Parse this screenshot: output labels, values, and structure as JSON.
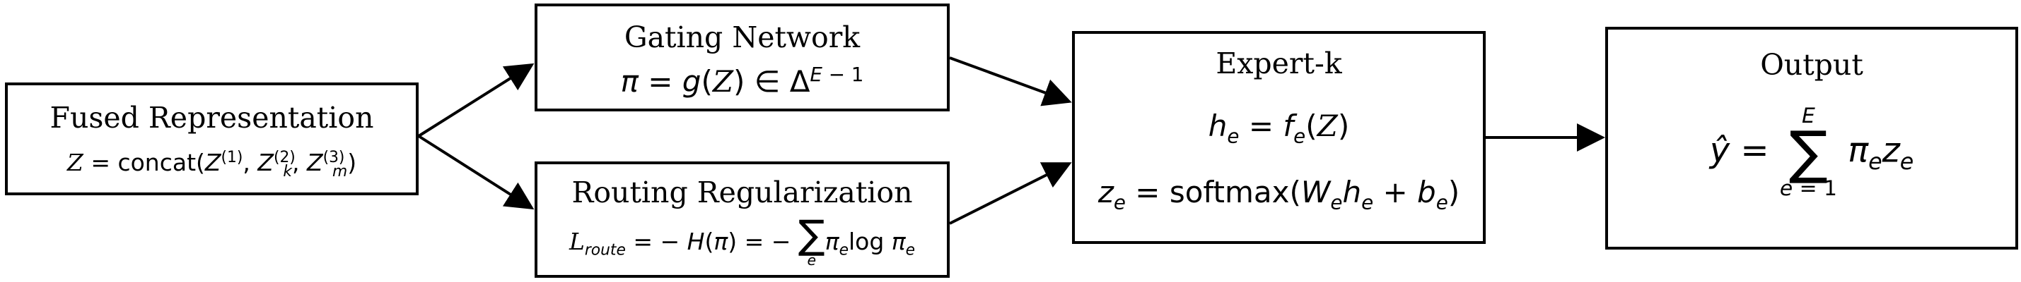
{
  "nodes": {
    "fused": {
      "title": "Fused Representation"
    },
    "gating": {
      "title": "Gating Network"
    },
    "routing": {
      "title": "Routing Regularization"
    },
    "expert": {
      "title": "Expert-k"
    },
    "output": {
      "title": "Output"
    }
  },
  "edges": [
    {
      "from": "fused",
      "to": "gating"
    },
    {
      "from": "fused",
      "to": "routing"
    },
    {
      "from": "gating",
      "to": "expert"
    },
    {
      "from": "routing",
      "to": "expert"
    },
    {
      "from": "expert",
      "to": "output"
    }
  ]
}
